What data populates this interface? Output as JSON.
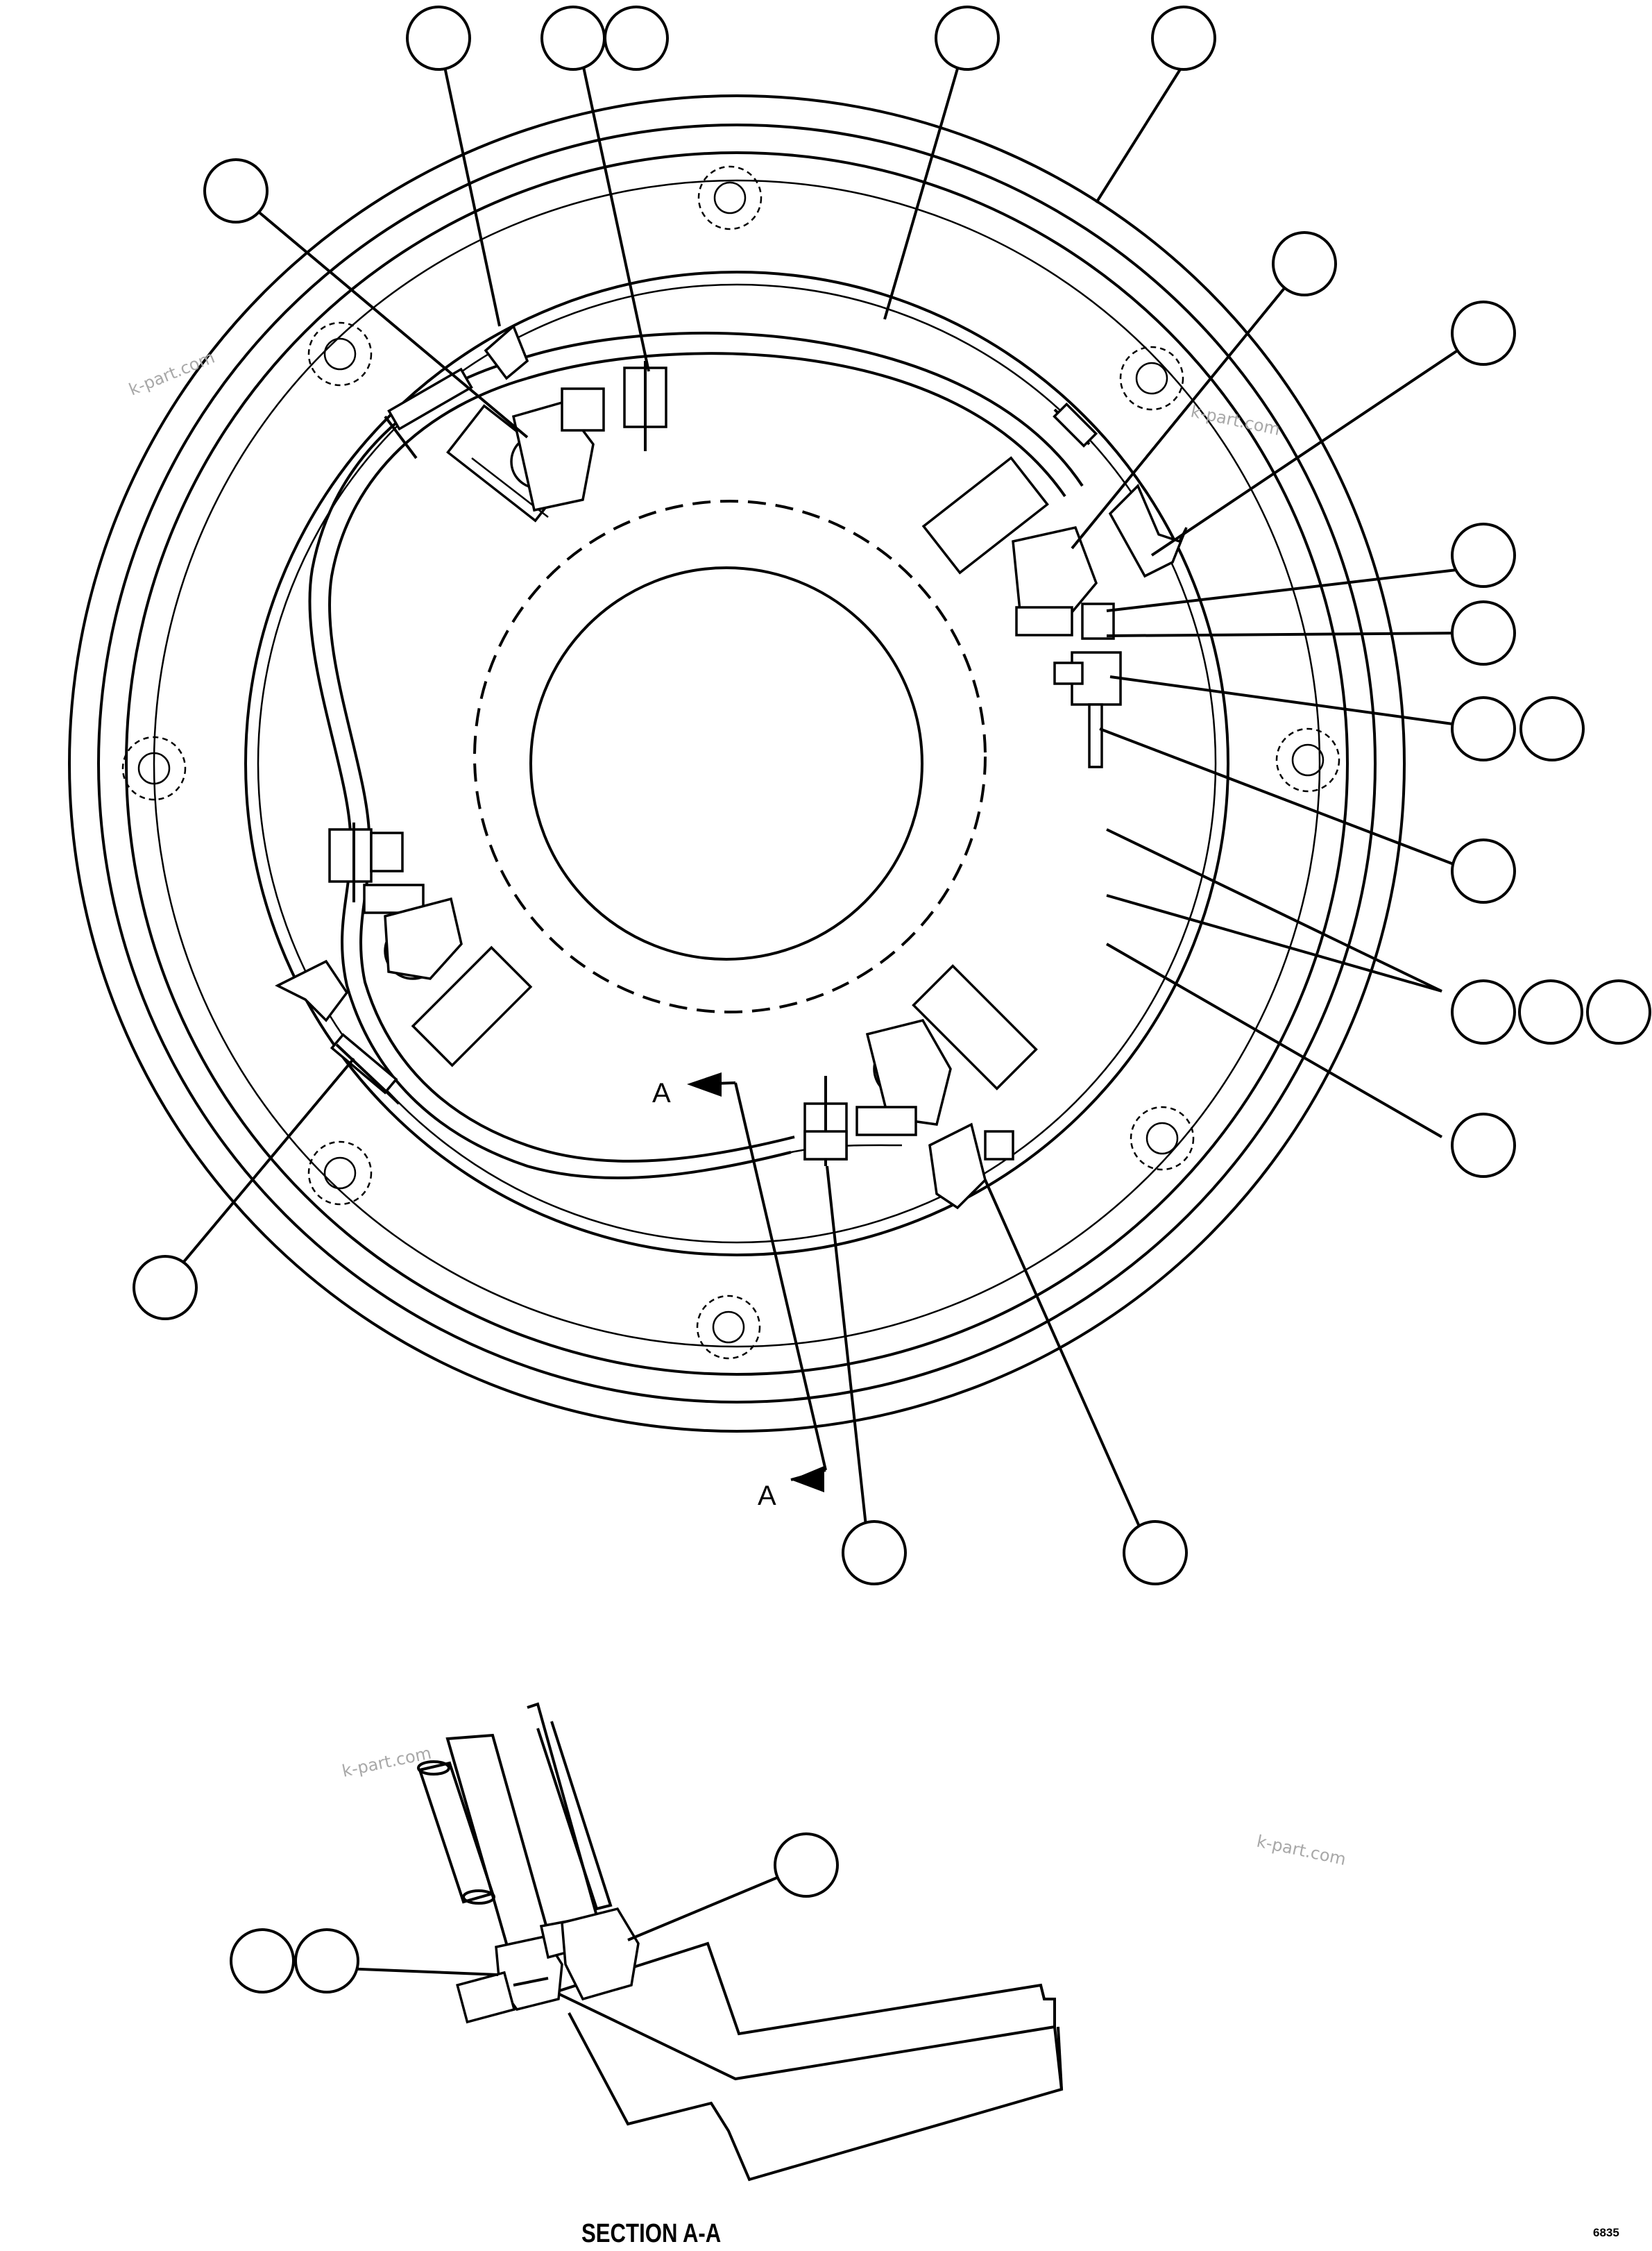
{
  "section_markers": [
    "A",
    "A"
  ],
  "section_title": "SECTION A-A",
  "drawing_code": "6835",
  "watermarks": [
    "k-part.com",
    "k-part.com",
    "k-part.com",
    "k-part.com"
  ],
  "colors": {
    "line": "#000000",
    "background": "#ffffff",
    "watermark": "#a8a8a8"
  }
}
